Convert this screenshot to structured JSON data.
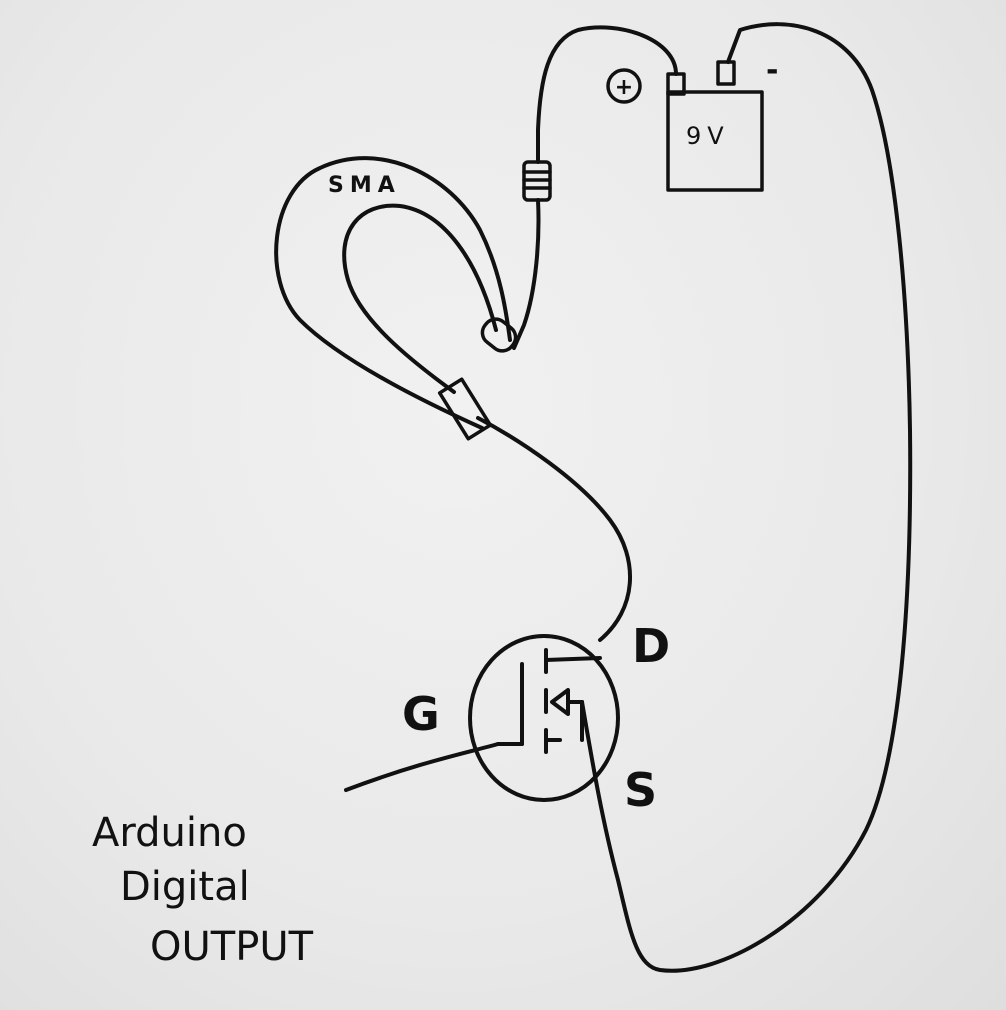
{
  "battery": {
    "voltage": "9V",
    "positive_symbol": "+",
    "negative_symbol": "-"
  },
  "sma_label": "SMA",
  "mosfet": {
    "drain_label": "D",
    "gate_label": "G",
    "source_label": "S"
  },
  "input_label": {
    "line1": "Arduino",
    "line2": "Digital",
    "line3": "OUTPUT"
  }
}
